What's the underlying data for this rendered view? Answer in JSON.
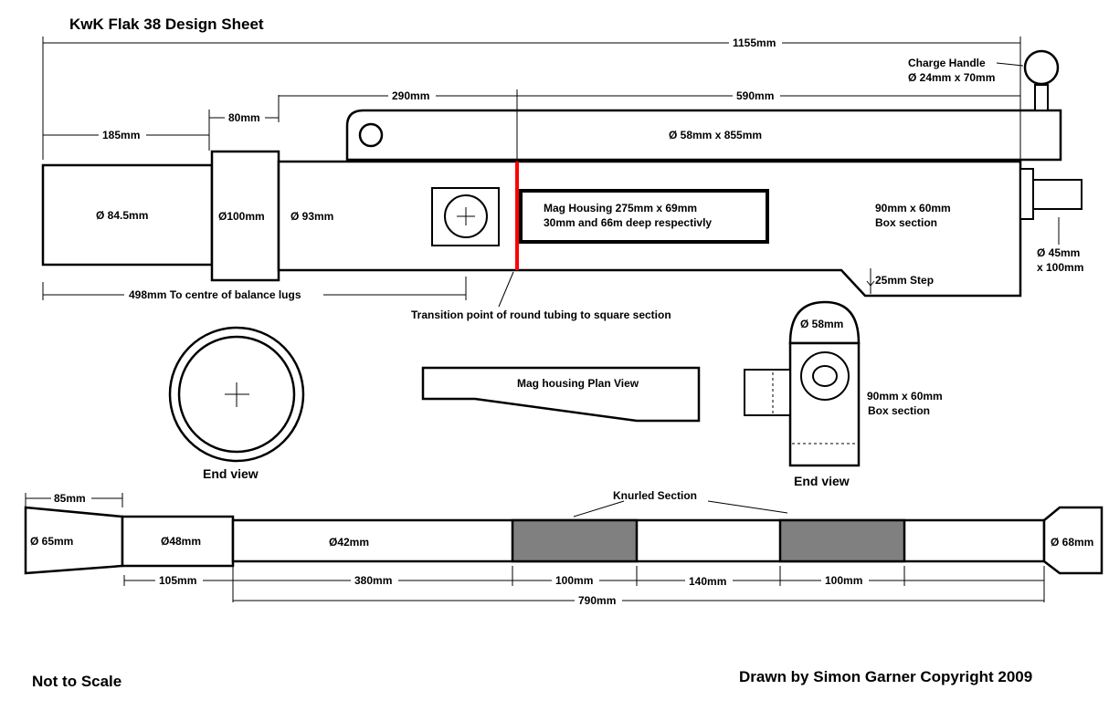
{
  "title": "KwK Flak 38 Design Sheet",
  "footer": {
    "left": "Not to Scale",
    "right": "Drawn by Simon Garner Copyright 2009"
  },
  "top_view": {
    "dim_overall": "1155mm",
    "dim_185": "185mm",
    "dim_80": "80mm",
    "dim_290": "290mm",
    "dim_590": "590mm",
    "dia_84_5": "Ø 84.5mm",
    "dia_100": "Ø100mm",
    "dia_93": "Ø 93mm",
    "upper_tube": "Ø 58mm  x 855mm",
    "mag_housing_line1": "Mag Housing 275mm x 69mm",
    "mag_housing_line2": "30mm and 66m deep respectivly",
    "box_line1": "90mm x 60mm",
    "box_line2": "Box section",
    "step": "25mm Step",
    "charge_line1": "Charge Handle",
    "charge_line2": "Ø 24mm x 70mm",
    "dia_45": "Ø 45mm",
    "len_100": "x 100mm",
    "balance_lugs": "498mm To centre of balance lugs",
    "transition": "Transition point of round tubing to square section"
  },
  "middle_views": {
    "end_view_left": "End view",
    "mag_plan": "Mag housing Plan View",
    "dia_58": "Ø 58mm",
    "box_line1": "90mm x 60mm",
    "box_line2": "Box section",
    "end_view_right": "End view"
  },
  "barrel": {
    "dim_85": "85mm",
    "dia_65": "Ø 65mm",
    "dia_48": "Ø48mm",
    "dia_42": "Ø42mm",
    "dia_68": "Ø 68mm",
    "knurled": "Knurled Section",
    "dim_105": "105mm",
    "dim_380": "380mm",
    "dim_100a": "100mm",
    "dim_140": "140mm",
    "dim_100b": "100mm",
    "dim_790": "790mm"
  }
}
